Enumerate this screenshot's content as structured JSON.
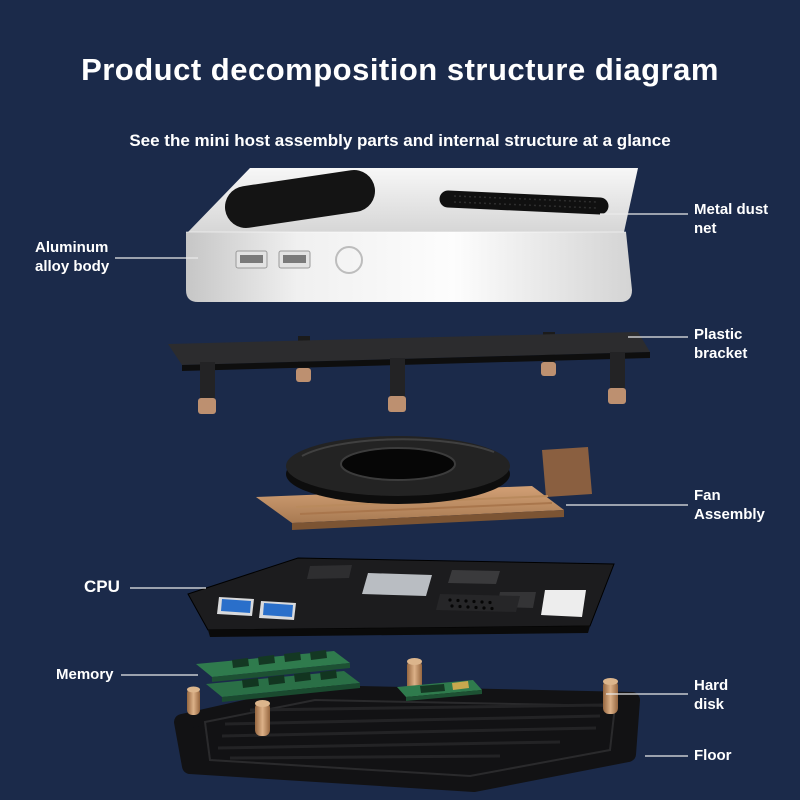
{
  "title": "Product decomposition structure diagram",
  "subtitle": "See the mini host assembly parts and internal structure at a glance",
  "labels": {
    "metal_dust_net": "Metal dust\nnet",
    "aluminum_body": "Aluminum\nalloy body",
    "plastic_bracket": "Plastic\nbracket",
    "fan_assembly": "Fan\nAssembly",
    "cpu": "CPU",
    "memory": "Memory",
    "hard_disk": "Hard\ndisk",
    "floor": "Floor"
  },
  "colors": {
    "background": "#1b2a4a",
    "text": "#ffffff",
    "leader_line": "#e9e9e9",
    "aluminum": "#e8e8e8",
    "copper": "#c08d5f",
    "pcb_green": "#2f7b4d",
    "plastic_black": "#1a1a1a",
    "usb_blue": "#2a6fca"
  }
}
